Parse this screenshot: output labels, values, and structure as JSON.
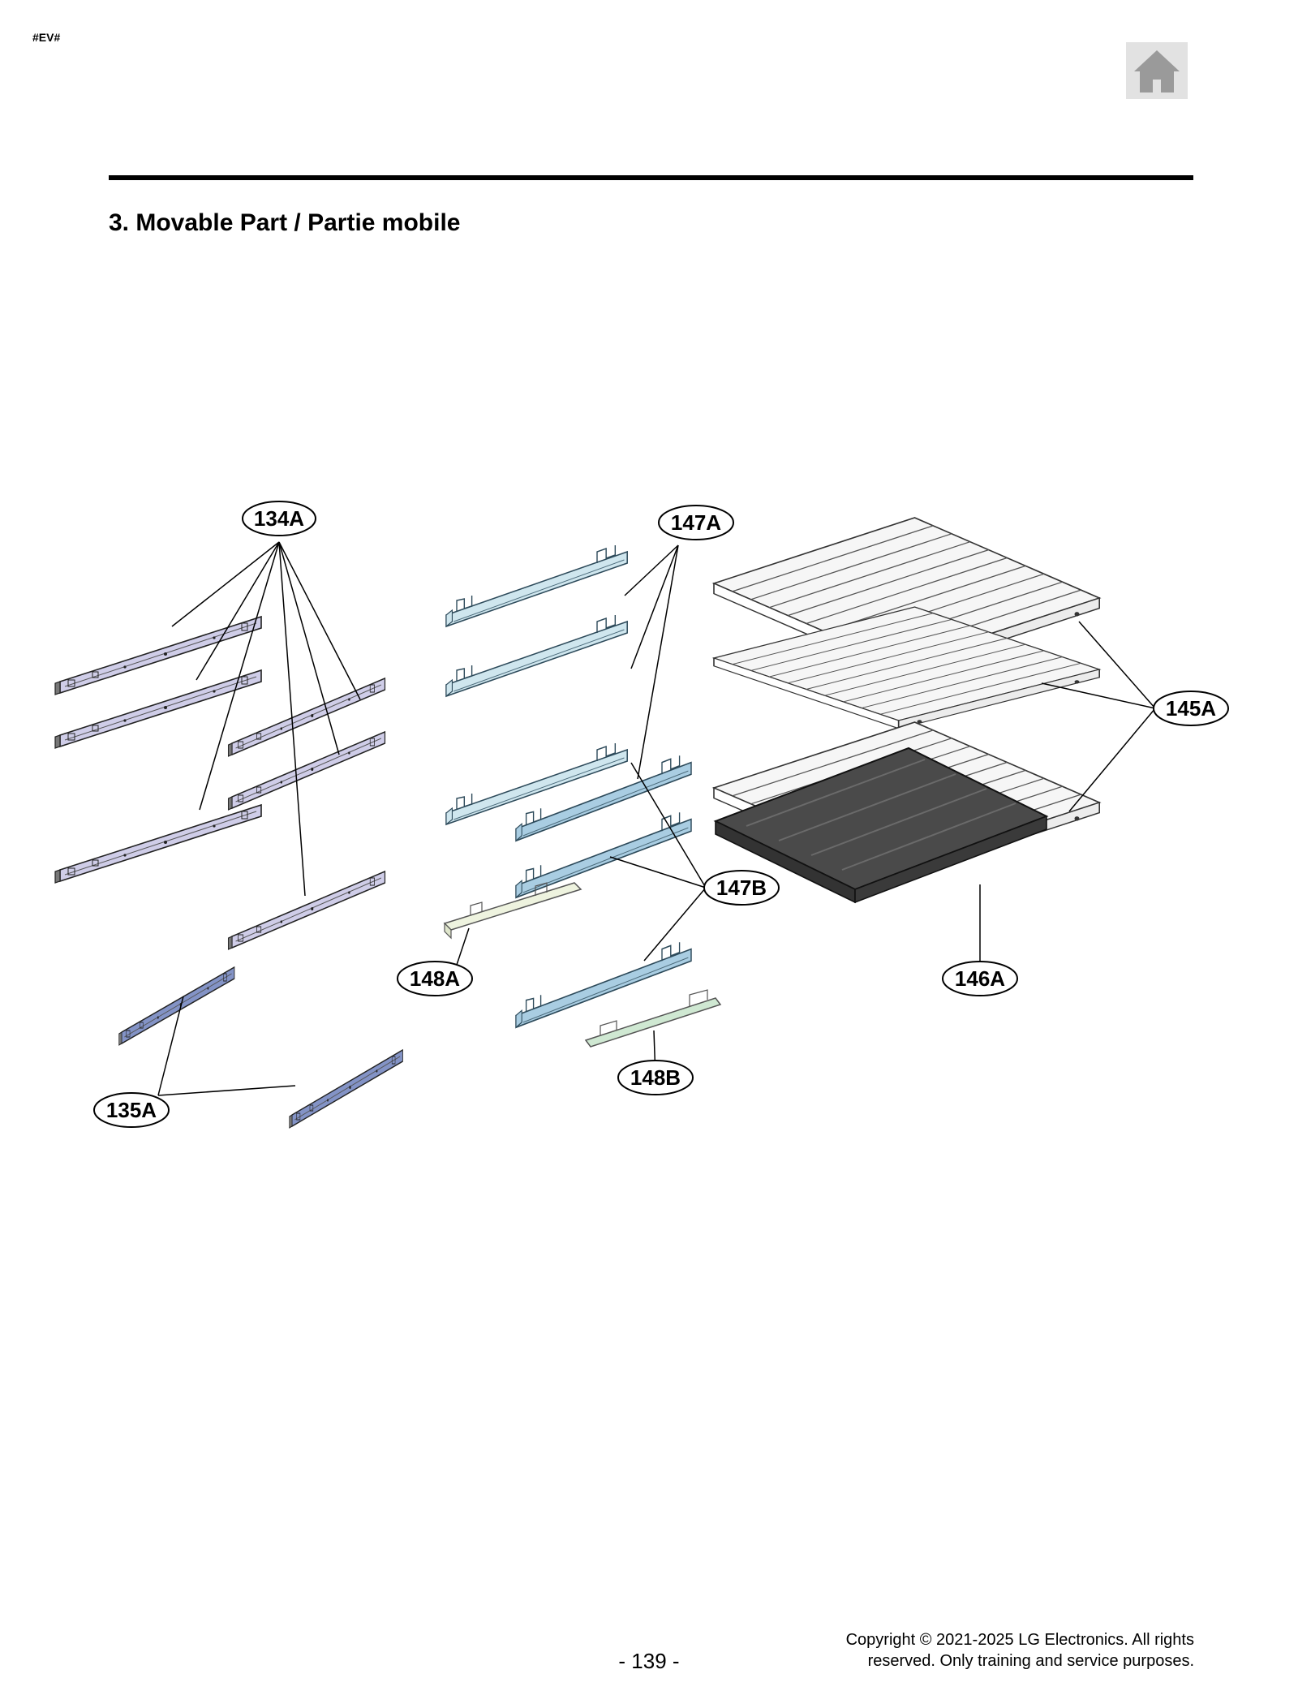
{
  "header": {
    "doc_code": "#EV#",
    "home_icon": "home-icon"
  },
  "section": {
    "title": "3. Movable Part / Partie mobile"
  },
  "diagram": {
    "callouts": {
      "c134A": "134A",
      "c135A": "135A",
      "c145A": "145A",
      "c146A": "146A",
      "c147A": "147A",
      "c147B": "147B",
      "c148A": "148A",
      "c148B": "148B"
    },
    "colors": {
      "rail_134A": "#cfcde8",
      "rail_135A": "#8393c6",
      "bracket_147A": "#cfe6ee",
      "bracket_147B": "#a9cde2",
      "bracket_148A": "#eef3df",
      "bracket_148B": "#cfe8d2",
      "shelf_145A": "#f4f4f4",
      "tray_146A": "#4a4a4a"
    }
  },
  "footer": {
    "page_number": "- 139 -",
    "copyright_line1": "Copyright © 2021-2025  LG Electronics. All rights",
    "copyright_line2": "reserved. Only training and service purposes."
  }
}
